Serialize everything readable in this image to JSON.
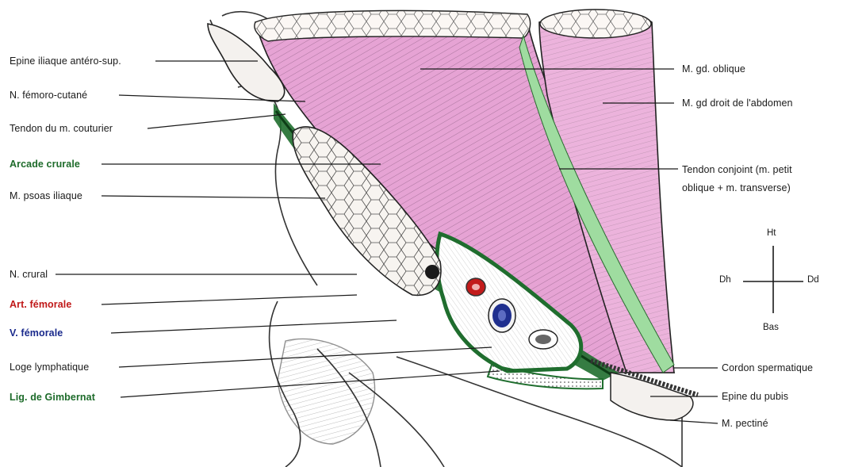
{
  "labels_left": {
    "epine_iliaque": "Epine iliaque antéro-sup.",
    "n_femoro_cutane": "N. fémoro-cutané",
    "tendon_couturier": "Tendon du m. couturier",
    "arcade_crurale": "Arcade crurale",
    "psoas_iliaque": "M. psoas iliaque",
    "n_crural": "N. crural",
    "art_femorale": "Art. fémorale",
    "v_femorale": "V. fémorale",
    "loge_lymphatique": "Loge lymphatique",
    "lig_gimbernat": "Lig. de Gimbernat"
  },
  "labels_right": {
    "m_gd_oblique": "M. gd. oblique",
    "m_gd_droit": "M. gd droit de l'abdomen",
    "tendon_conjoint_1": "Tendon conjoint (m. petit",
    "tendon_conjoint_2": "oblique + m. transverse)",
    "cordon_spermatique": "Cordon spermatique",
    "epine_pubis": "Epine du pubis",
    "m_pectine": "M. pectiné"
  },
  "orientation": {
    "top": "Ht",
    "bottom": "Bas",
    "left": "Dh",
    "right": "Dd"
  },
  "colors": {
    "muscle_pink": "#e6a3d4",
    "arcade_green": "#1f6e2e",
    "tendon_green": "#9fdca0",
    "artery_red": "#c21a1a",
    "vein_blue": "#1f2f8e",
    "label_green": "#1d6b2a",
    "label_red": "#c01818",
    "label_blue": "#1a2a8c"
  }
}
